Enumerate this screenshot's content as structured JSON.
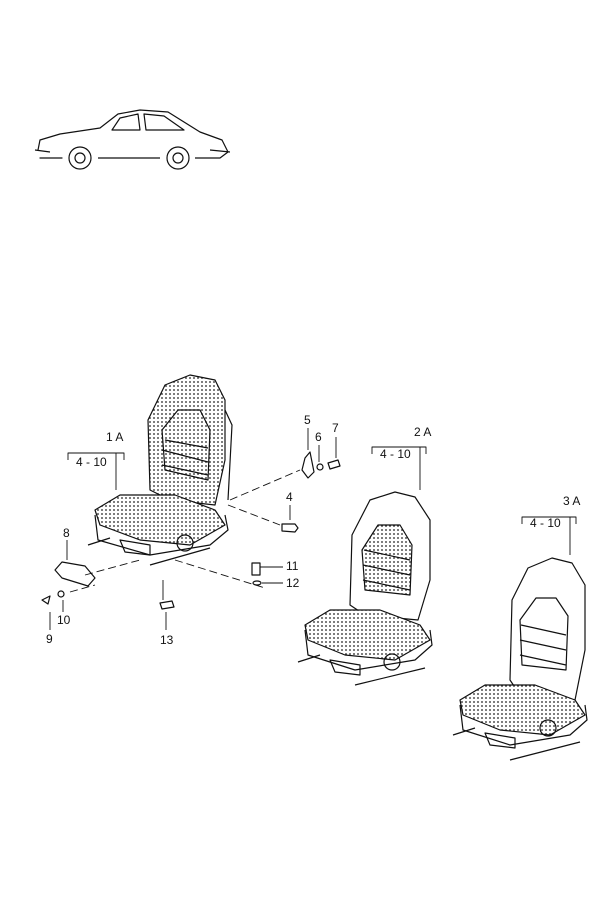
{
  "diagram": {
    "groups": [
      {
        "id": "1A",
        "label": "1 A",
        "range": "4 - 10"
      },
      {
        "id": "2A",
        "label": "2 A",
        "range": "4 - 10"
      },
      {
        "id": "3A",
        "label": "3 A",
        "range": "4 - 10"
      }
    ],
    "callouts": {
      "c4": "4",
      "c5": "5",
      "c6": "6",
      "c7": "7",
      "c8": "8",
      "c9": "9",
      "c10": "10",
      "c11": "11",
      "c12": "12",
      "c13": "13"
    },
    "colors": {
      "line": "#111111",
      "background": "#ffffff"
    }
  }
}
